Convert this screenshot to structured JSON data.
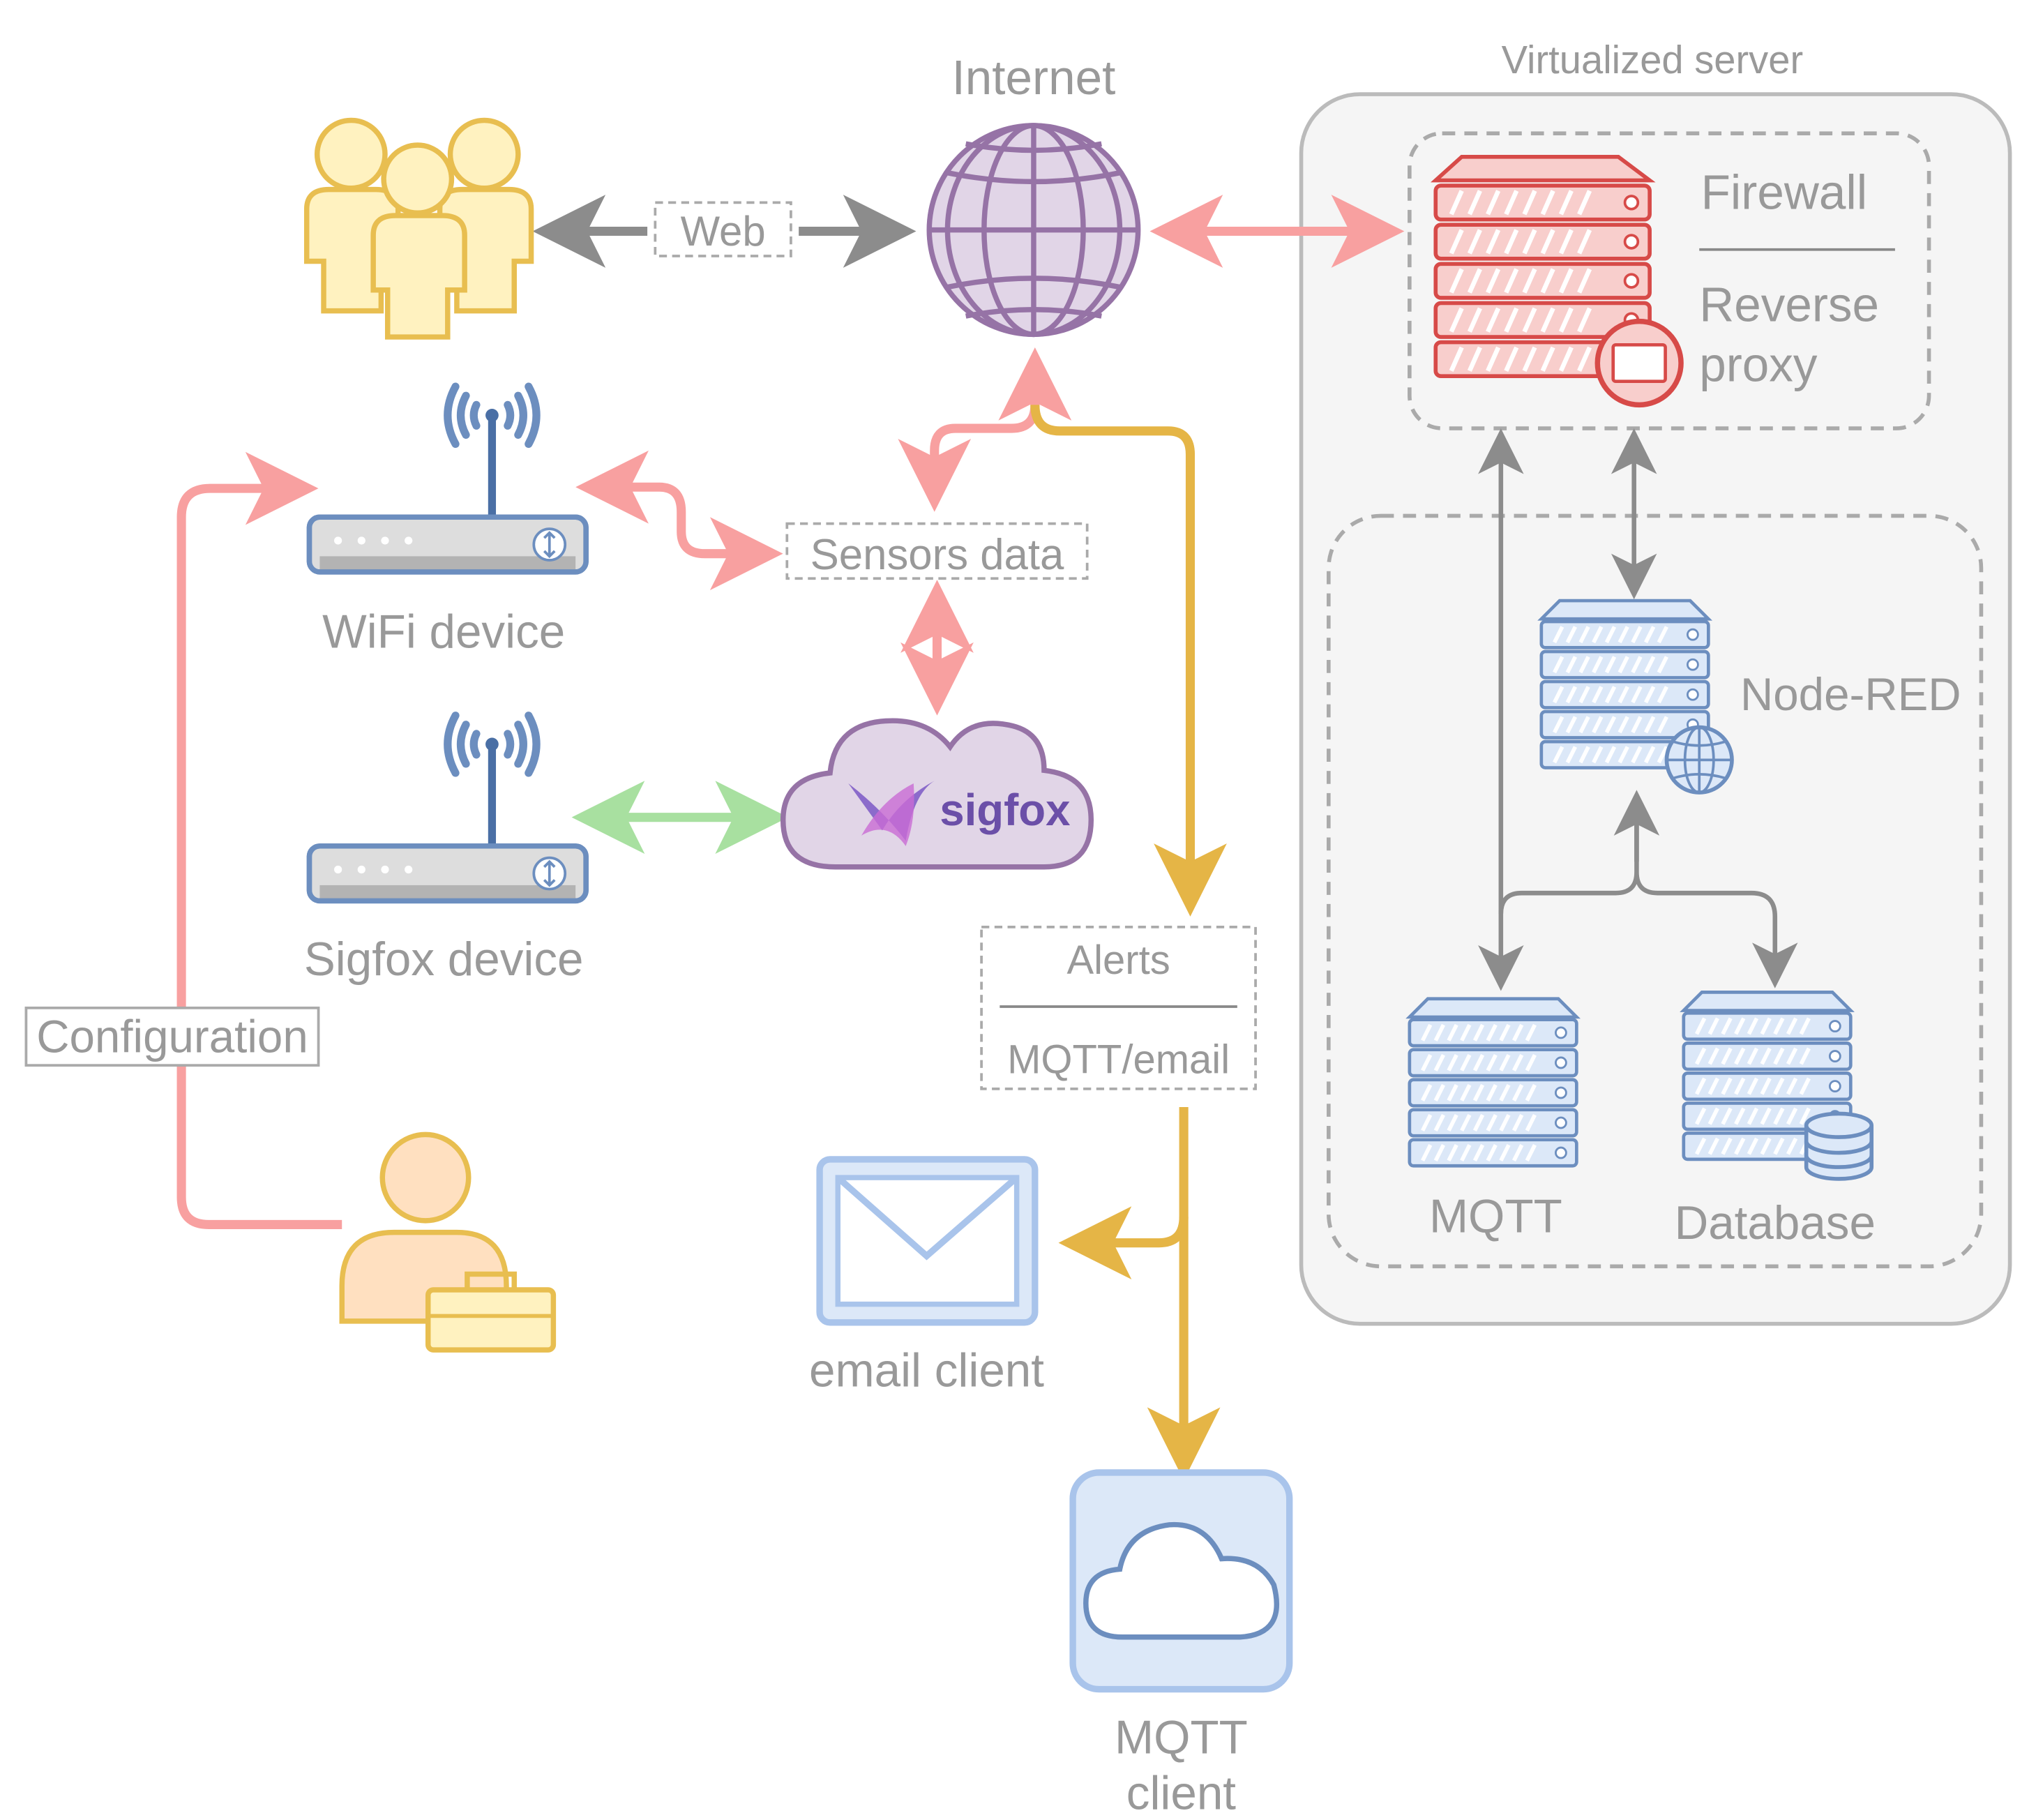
{
  "labels": {
    "web": "Web",
    "internet": "Internet",
    "virtualized_server": "Virtualized server",
    "firewall": "Firewall",
    "reverse": "Reverse",
    "proxy": "proxy",
    "wifi_device": "WiFi device",
    "sensors_data": "Sensors data",
    "sigfox_device": "Sigfox device",
    "sigfox_logo": "sigfox",
    "node_red": "Node-RED",
    "alerts": "Alerts",
    "mqtt_email": "MQTT/email",
    "configuration": "Configuration",
    "email_client": "email client",
    "mqtt": "MQTT",
    "database": "Database",
    "mqtt_client_line1": "MQTT",
    "mqtt_client_line2": "client"
  },
  "colors": {
    "pink_arrow": "#F8A0A0",
    "gray_arrow": "#8C8C8C",
    "gold_arrow": "#E5B546",
    "green_arrow": "#A8E0A0",
    "label_text": "#999999",
    "server_fill": "#DCE8F8",
    "server_stroke": "#6C8EBF",
    "firewall_fill": "#F8CECC",
    "firewall_stroke": "#D74A48",
    "globe_fill": "#E1D5E7",
    "globe_stroke": "#9673A6",
    "users_fill": "#FFF2C0",
    "users_stroke": "#E8BE50",
    "admin_fill": "#FFE0C0"
  },
  "icons": [
    "users-icon",
    "globe-icon",
    "firewall-server-icon",
    "wifi-router-icon",
    "sigfox-router-icon",
    "sigfox-cloud-icon",
    "node-red-server-icon",
    "mqtt-server-icon",
    "database-server-icon",
    "admin-user-icon",
    "email-icon",
    "mqtt-client-cloud-icon"
  ]
}
